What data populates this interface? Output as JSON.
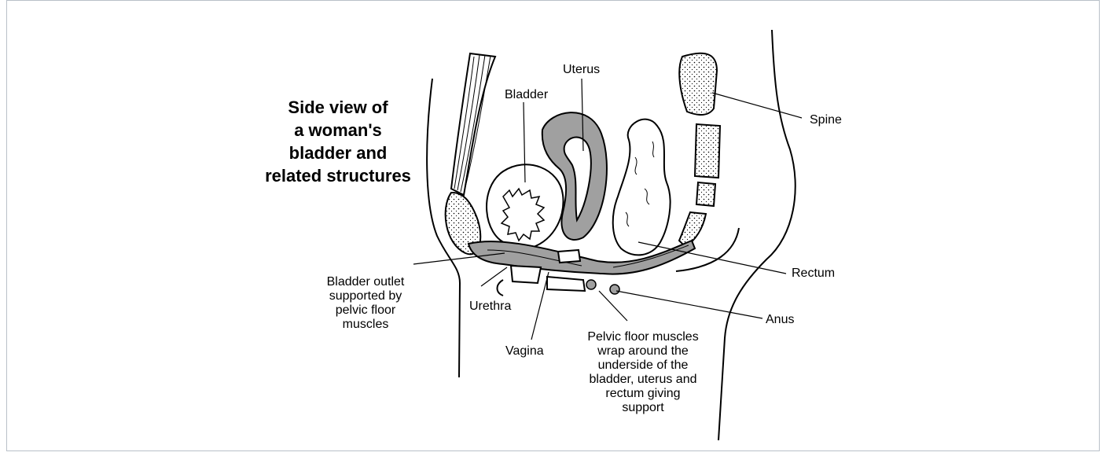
{
  "title_lines": [
    "Side view of",
    "a woman's",
    "bladder and",
    "related structures"
  ],
  "labels": {
    "uterus": "Uterus",
    "bladder": "Bladder",
    "spine": "Spine",
    "rectum": "Rectum",
    "anus": "Anus",
    "urethra": "Urethra",
    "vagina": "Vagina",
    "bladder_outlet": [
      "Bladder outlet",
      "supported by",
      "pelvic floor",
      "muscles"
    ],
    "pelvic_floor": [
      "Pelvic floor muscles",
      "wrap around the",
      "underside of the",
      "bladder, uterus and",
      "rectum giving",
      "support"
    ]
  },
  "colors": {
    "organ_fill": "#a0a0a0",
    "bone_fill": "#ffffff",
    "line": "#000000",
    "frame": "#b9c0c8"
  }
}
